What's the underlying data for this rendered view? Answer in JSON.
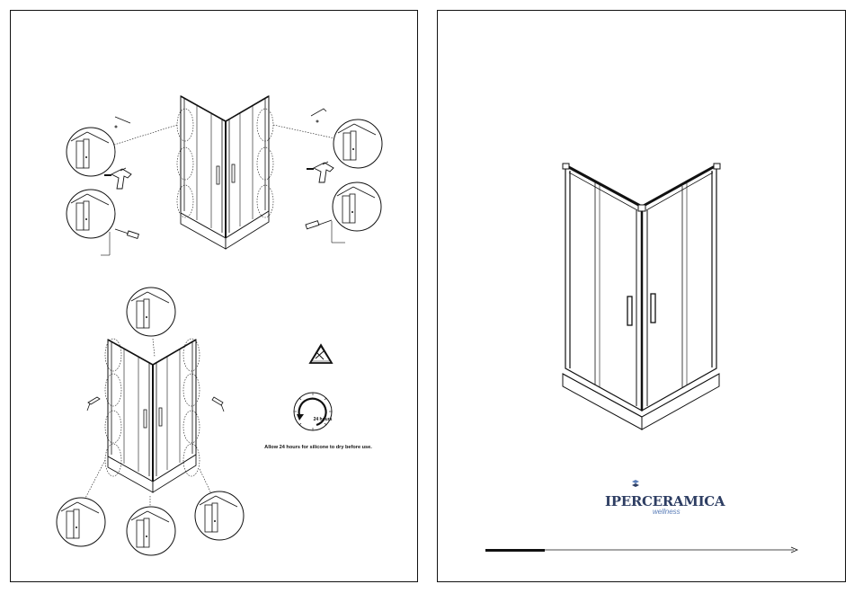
{
  "left_page": {
    "silicone_note": "Allow 24 hours for silicone to  dry  before use.",
    "timer_label": "24 hours",
    "icons": [
      "no-shower-warning-icon",
      "timer-24h-icon",
      "drill-icon",
      "screwdriver-icon",
      "silicone-gun-icon",
      "screw-icon",
      "allen-key-icon"
    ]
  },
  "right_page": {
    "brand_name": "IPERCERAMICA",
    "brand_tagline": "wellness",
    "icons": [
      "brand-logo-mark-icon"
    ]
  },
  "colors": {
    "line": "#111111",
    "brand_dark": "#2e3e63",
    "brand_light": "#5a7db8"
  }
}
